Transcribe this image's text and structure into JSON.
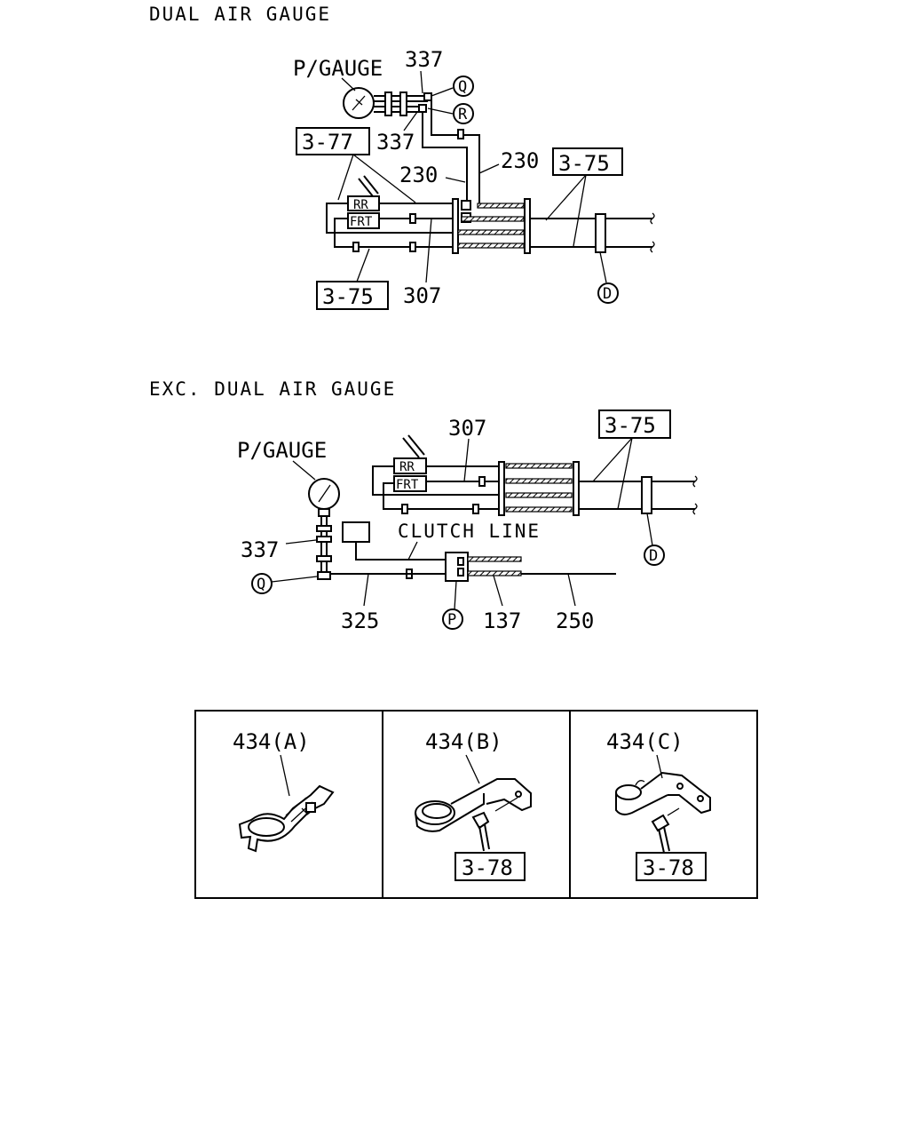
{
  "sections": {
    "dual_title": "DUAL AIR GAUGE",
    "exc_title": "EXC. DUAL AIR GAUGE"
  },
  "dual": {
    "p_gauge": "P/GAUGE",
    "part_337_top": "337",
    "part_337_mid": "337",
    "callout_q": "Q",
    "callout_r": "R",
    "ref_3_77": "3-77",
    "part_230_a": "230",
    "part_230_b": "230",
    "ref_3_75_top": "3-75",
    "tank_rr": "RR",
    "tank_frt": "FRT",
    "ref_3_75_bottom": "3-75",
    "part_307": "307",
    "callout_d": "D"
  },
  "exc": {
    "p_gauge": "P/GAUGE",
    "part_307": "307",
    "ref_3_75": "3-75",
    "tank_rr": "RR",
    "tank_frt": "FRT",
    "clutch_line": "CLUTCH LINE",
    "part_337": "337",
    "callout_q": "Q",
    "callout_d": "D",
    "callout_p": "P",
    "part_325": "325",
    "part_137": "137",
    "part_250": "250"
  },
  "clamps": {
    "a_label": "434(A)",
    "b_label": "434(B)",
    "c_label": "434(C)",
    "b_ref": "3-78",
    "c_ref": "3-78"
  }
}
